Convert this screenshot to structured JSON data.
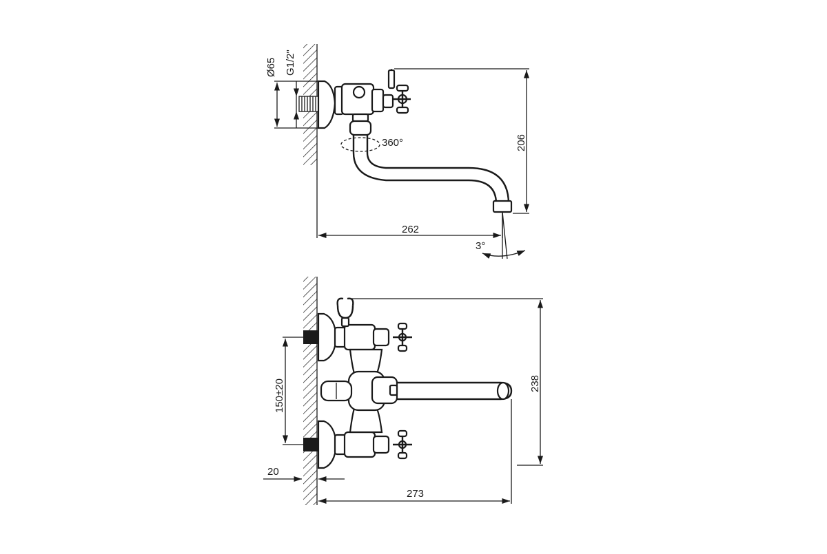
{
  "side_view": {
    "dim_rosette_diameter": "Ø65",
    "dim_thread": "G1/2\"",
    "dim_height": "206",
    "dim_rotation": "360°",
    "dim_reach": "262",
    "dim_spout_angle": "3°"
  },
  "front_view": {
    "dim_centers": "150±20",
    "dim_height": "238",
    "dim_wall_offset": "20",
    "dim_reach": "273"
  }
}
